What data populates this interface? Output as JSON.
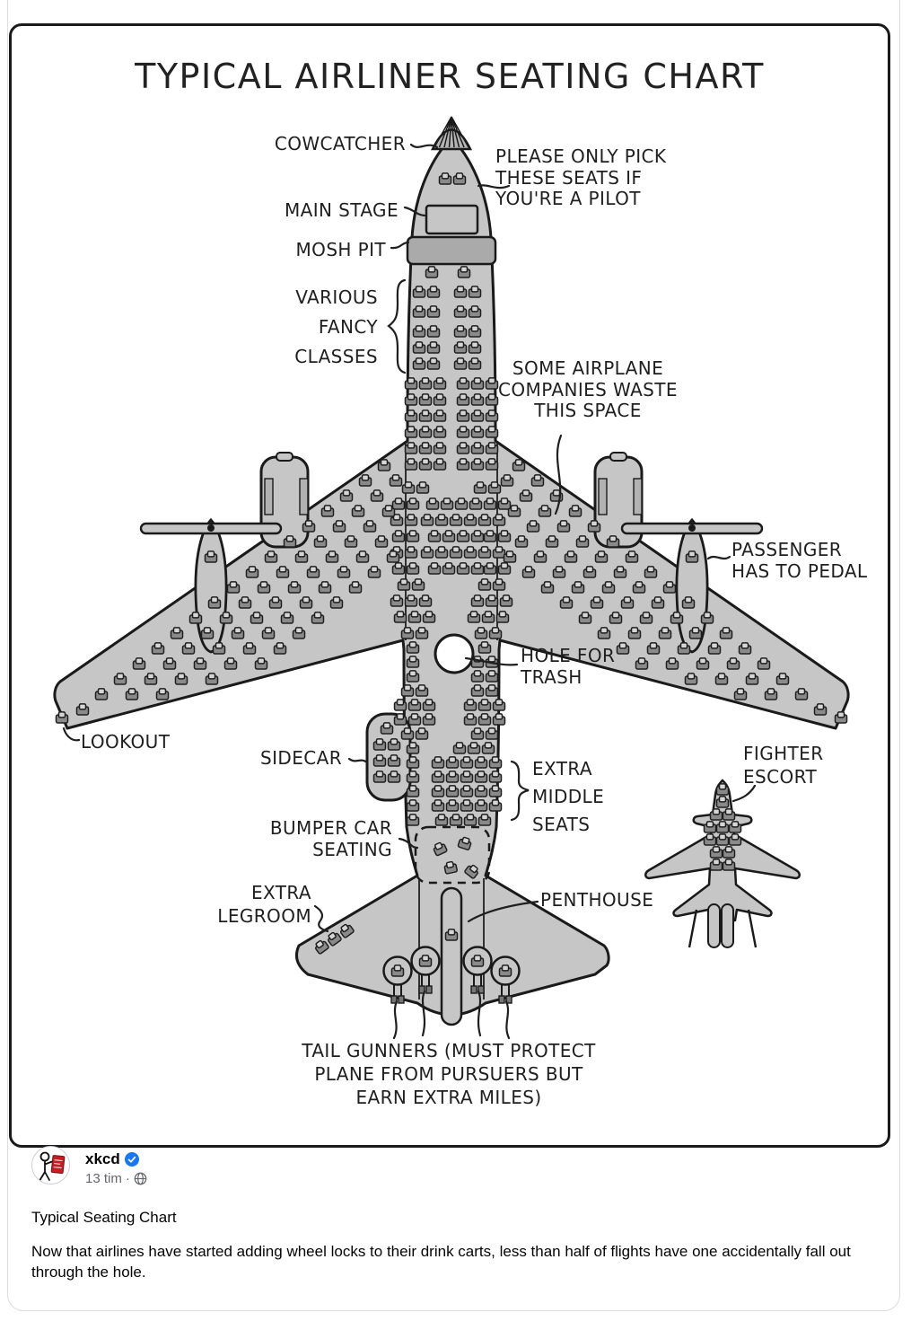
{
  "comic": {
    "title": "TYPICAL AIRLINER SEATING CHART",
    "labels": {
      "cowcatcher": "COWCATCHER",
      "pilot_note": "PLEASE ONLY PICK\nTHESE SEATS IF\nYOU'RE A PILOT",
      "main_stage": "MAIN STAGE",
      "mosh_pit": "MOSH PIT",
      "fancy_classes": "VARIOUS\nFANCY\nCLASSES",
      "waste_space": "SOME AIRPLANE\nCOMPANIES WASTE\nTHIS SPACE",
      "pedal": "PASSENGER\nHAS TO PEDAL",
      "hole": "HOLE FOR\nTRASH",
      "lookout": "LOOKOUT",
      "sidecar": "SIDECAR",
      "extra_middle": "EXTRA\nMIDDLE\nSEATS",
      "bumper": "BUMPER CAR\nSEATING",
      "legroom": "EXTRA\nLEGROOM",
      "penthouse": "PENTHOUSE",
      "fighter": "FIGHTER\nESCORT",
      "tail_gunners": "TAIL GUNNERS (MUST PROTECT\nPLANE FROM PURSUERS BUT\nEARN EXTRA MILES)"
    }
  },
  "post": {
    "author": "xkcd",
    "timestamp": "13 tim",
    "dot": "·",
    "title": "Typical Seating Chart",
    "caption": "Now that airlines have started adding wheel locks to their drink carts, less than half of flights have one accidentally fall out through the hole."
  },
  "colors": {
    "plane_gray": "#c6c6c6",
    "ink": "#1f1f1f",
    "verified_blue": "#1877f2",
    "meta_gray": "#65676b"
  }
}
